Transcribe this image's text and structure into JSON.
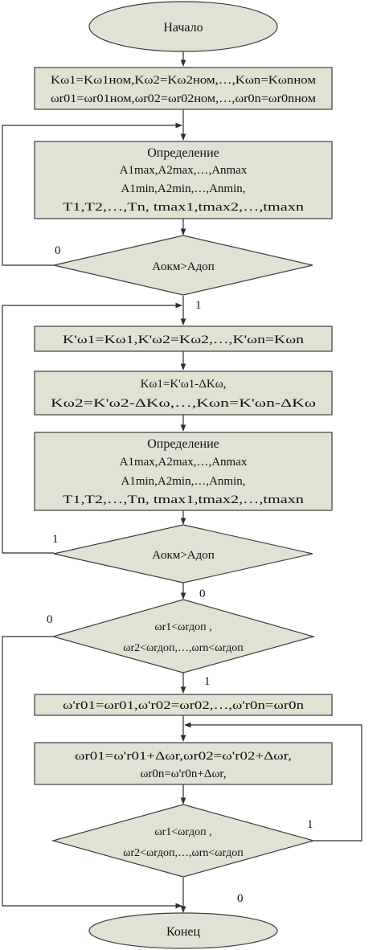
{
  "nodes": {
    "start": "Начало",
    "end": "Конец",
    "init_line1": "Kω1=Kω1ном,Kω2=Kω2ном,…,Kωn=Kωnном",
    "init_line2": "ωr01=ωr01ном,ωr02=ωr02ном,…,ωr0n=ωr0nном",
    "determine_title": "Определение",
    "determine_line1": "A1max,A2max,…,Anmax",
    "determine_line2": "A1min,A2min,…,Anmin,",
    "determine_line3": "T1,T2,…,Tn, tmax1,tmax2,…,tmaxn",
    "cond_amplitude": "Aокм>Aдоп",
    "save_k": "K'ω1=Kω1,K'ω2=Kω2,…,K'ωn=Kωn",
    "decrease_k_line1": "Kω1=K'ω1-ΔKω,",
    "decrease_k_line2": "Kω2=K'ω2-ΔKω,…,Kωn=K'ωn-ΔKω",
    "cond_omega_line1": "ωr1<ωrдоп ,",
    "cond_omega_line2": "ωr2<ωrдоп,…,ωrn<ωrдоп",
    "save_omega": "ω'r01=ωr01,ω'r02=ωr02,…,ω'r0n=ωr0n",
    "increase_omega_line1": "ωr01=ω'r01+Δωr,ωr02=ω'r02+Δωr,",
    "increase_omega_line2": "ωr0n=ω'r0n+Δωr,"
  },
  "branch_labels": {
    "zero": "0",
    "one": "1"
  },
  "colors": {
    "fill": "#dfe3d3",
    "stroke": "#3d3d3d",
    "background": "#ffffff"
  }
}
